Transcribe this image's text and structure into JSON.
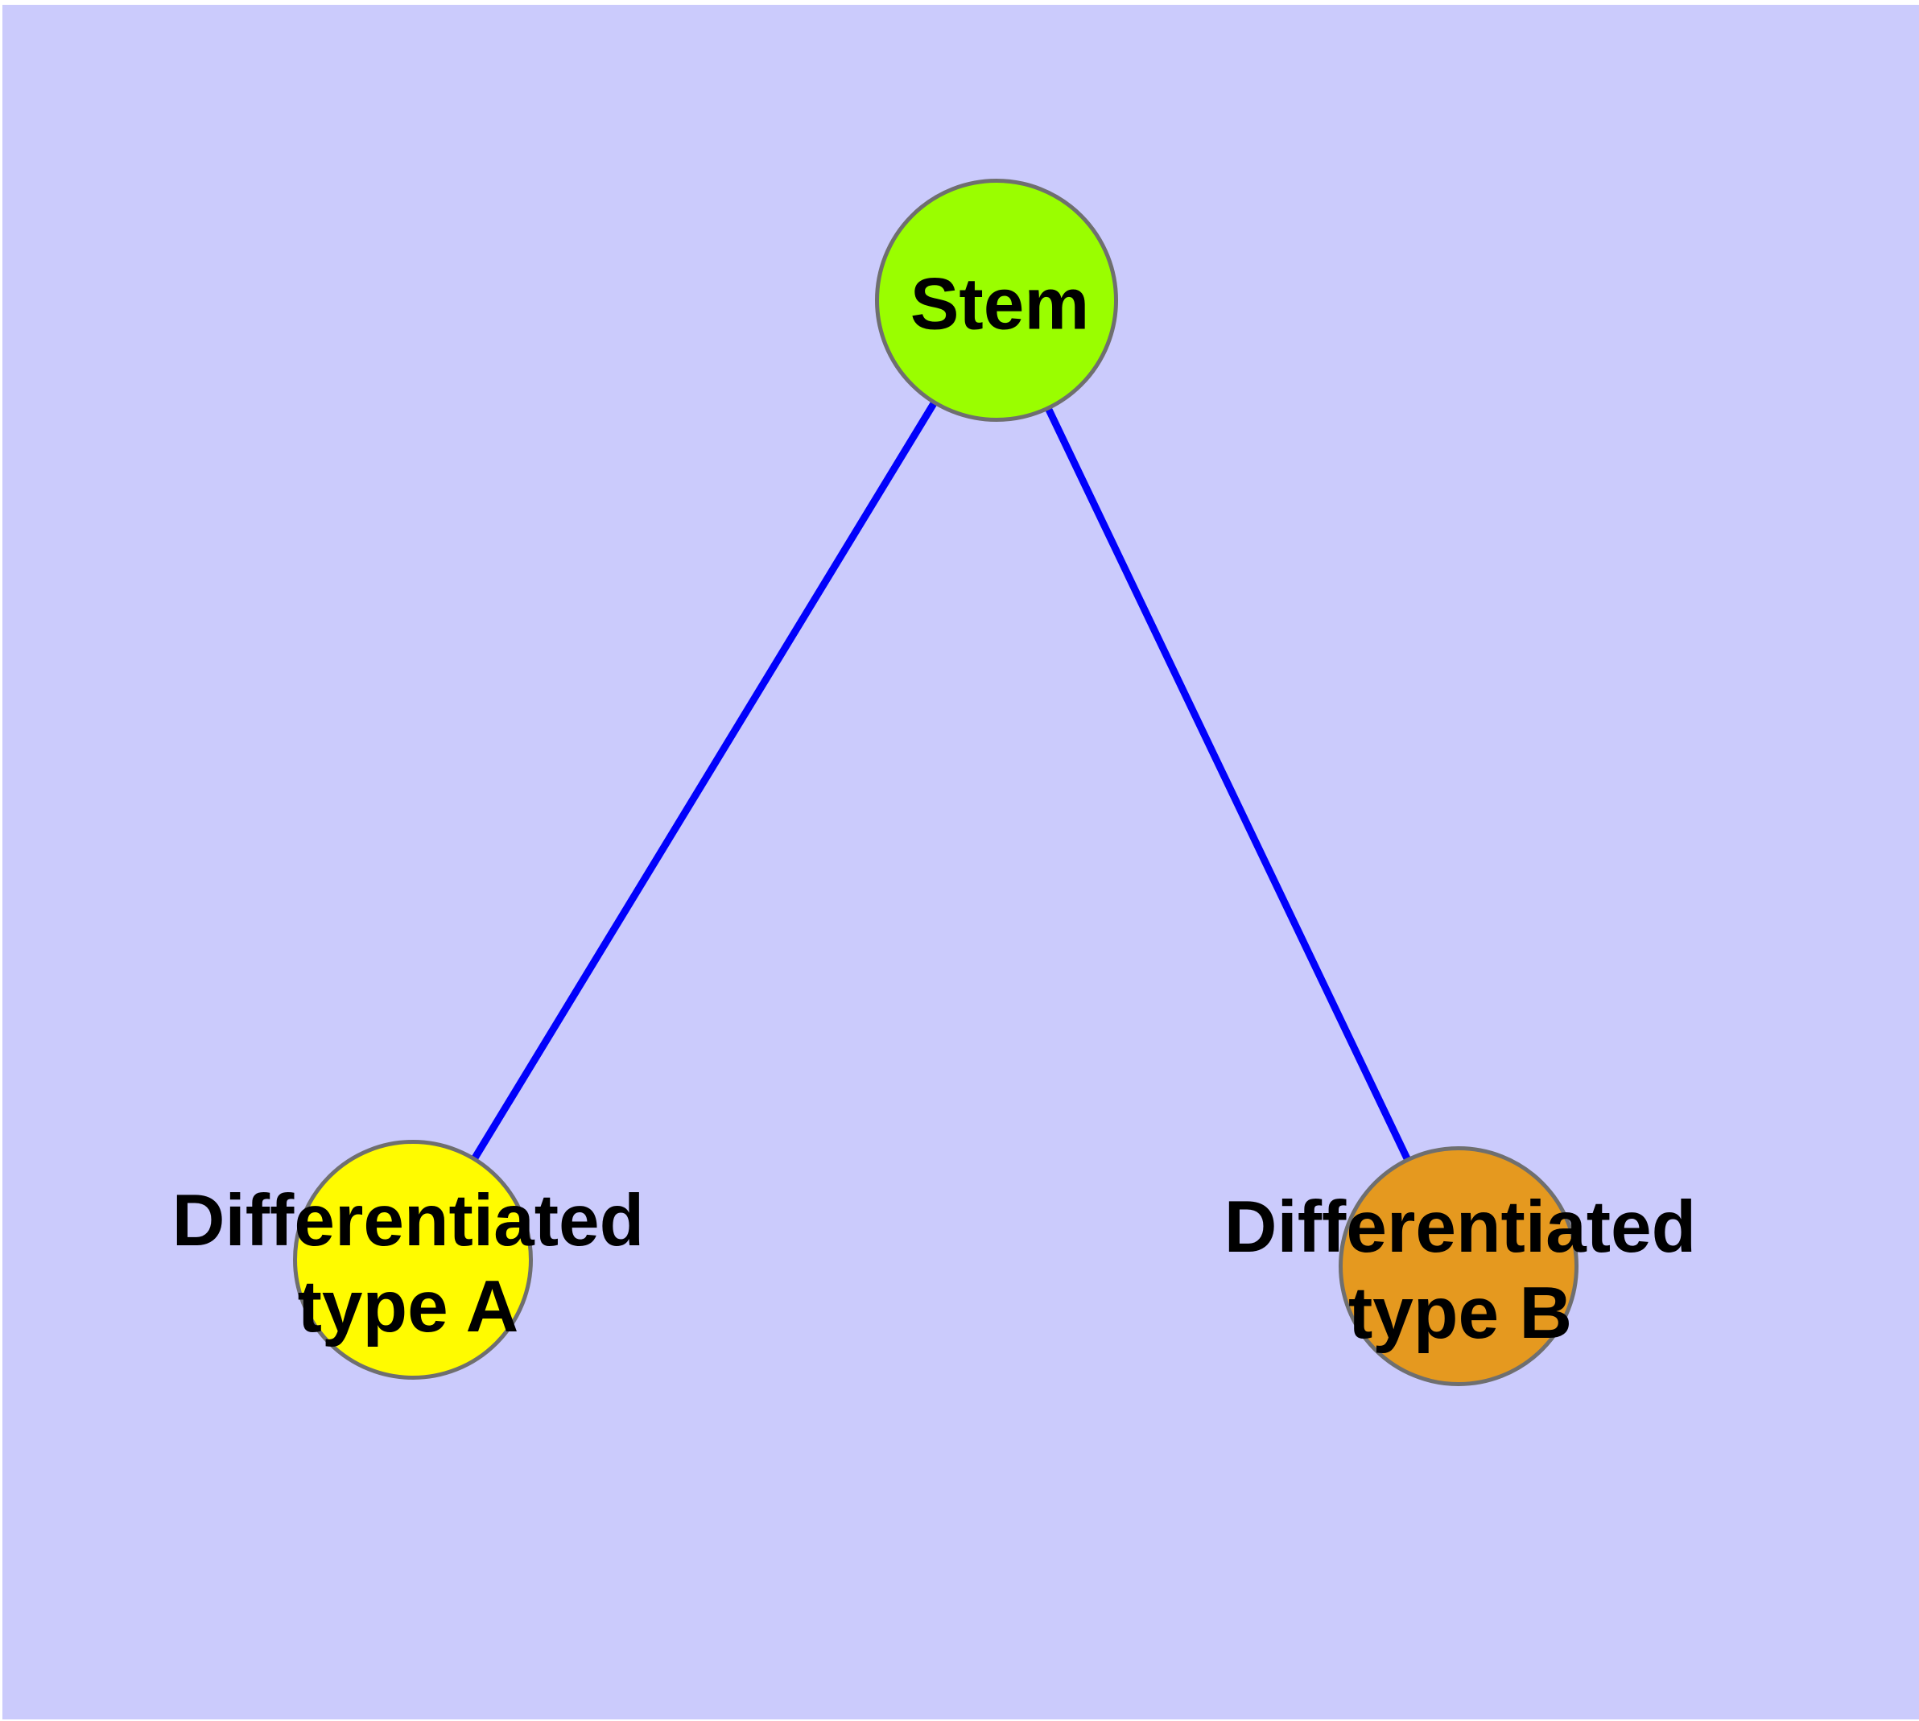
{
  "diagram": {
    "type": "graph",
    "background_color": "#CBCBFC",
    "edge_color": "#0101FB",
    "node_border_color": "#6F6F6F",
    "label_color": "#000000",
    "nodes": [
      {
        "id": "stem",
        "label": "Stem",
        "fill_color": "#9AFE00"
      },
      {
        "id": "differentiated-type-a",
        "label": "Differentiated\ntype A",
        "fill_color": "#FFFB00"
      },
      {
        "id": "differentiated-type-b",
        "label": "Differentiated\ntype B",
        "fill_color": "#E5991F"
      }
    ],
    "edges": [
      {
        "from": "Stem",
        "to": "Differentiated type A"
      },
      {
        "from": "Stem",
        "to": "Differentiated type B"
      }
    ]
  }
}
